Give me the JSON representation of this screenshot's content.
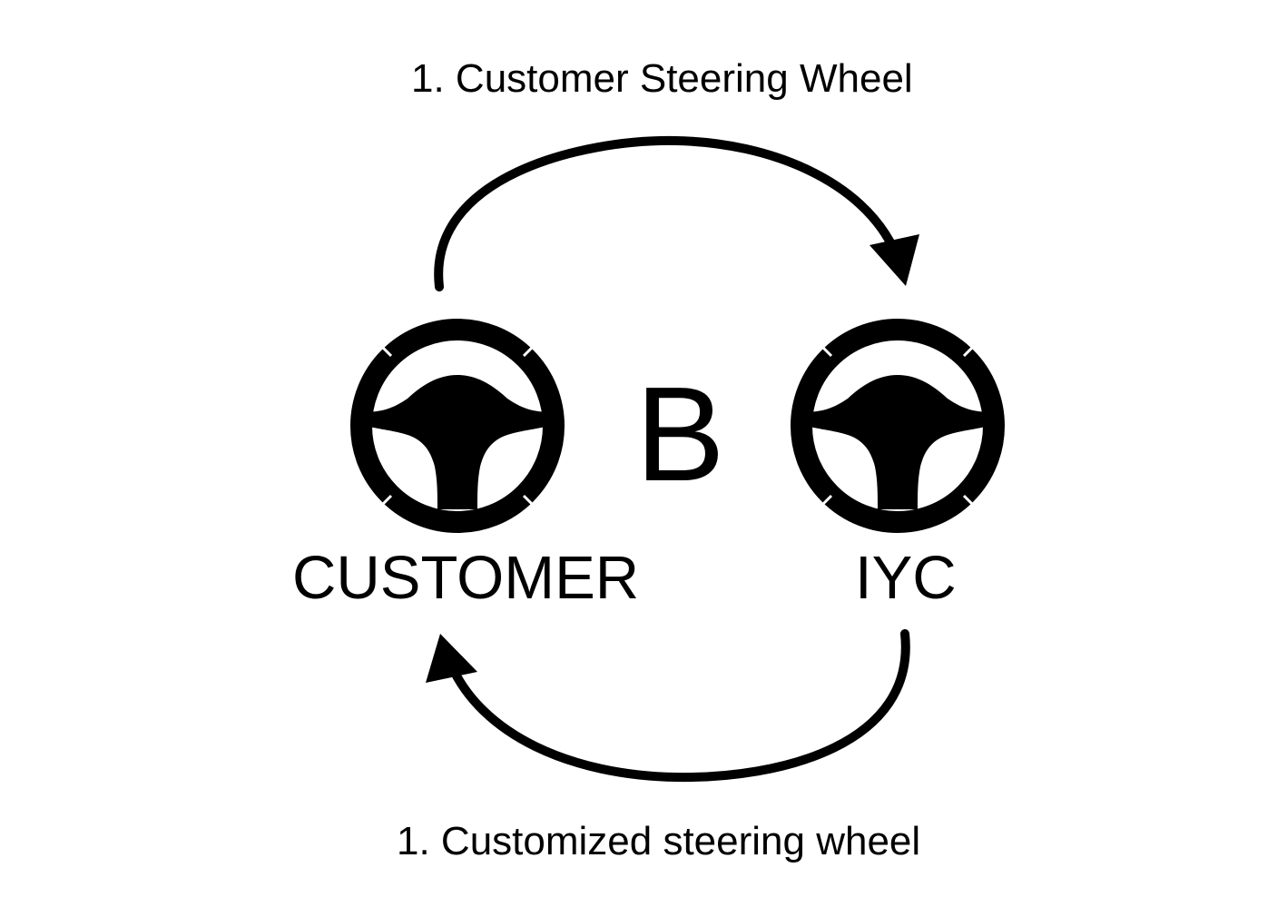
{
  "flows": {
    "top_label": "1. Customer Steering Wheel",
    "bottom_label": "1. Customized steering wheel"
  },
  "parties": {
    "left": {
      "name": "CUSTOMER",
      "icon": "steering-wheel-icon"
    },
    "right": {
      "name": "IYC",
      "icon": "steering-wheel-icon"
    }
  },
  "center_letter": "B",
  "colors": {
    "foreground": "#000000",
    "background": "#ffffff"
  }
}
